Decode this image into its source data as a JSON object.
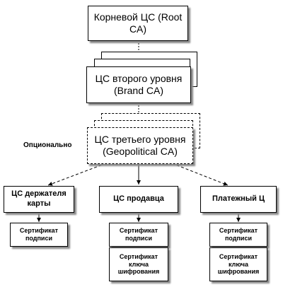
{
  "diagram": {
    "root_ca": "Корневой ЦС (Root CA)",
    "second_level": "ЦС второго уровня (Brand CA)",
    "third_level": "ЦС третьего уровня (Geopolitical  CA)",
    "optional_label": "Опционально",
    "issuers": [
      {
        "label": "ЦС держателя карты",
        "certs": [
          "Сертификат подписи"
        ]
      },
      {
        "label": "ЦС продавца",
        "certs": [
          "Сертификат подписи",
          "Сертификат ключа шифрования"
        ]
      },
      {
        "label": "Платежный Ц",
        "certs": [
          "Сертификат подписи",
          "Сертификат ключа шифрования"
        ]
      }
    ]
  }
}
